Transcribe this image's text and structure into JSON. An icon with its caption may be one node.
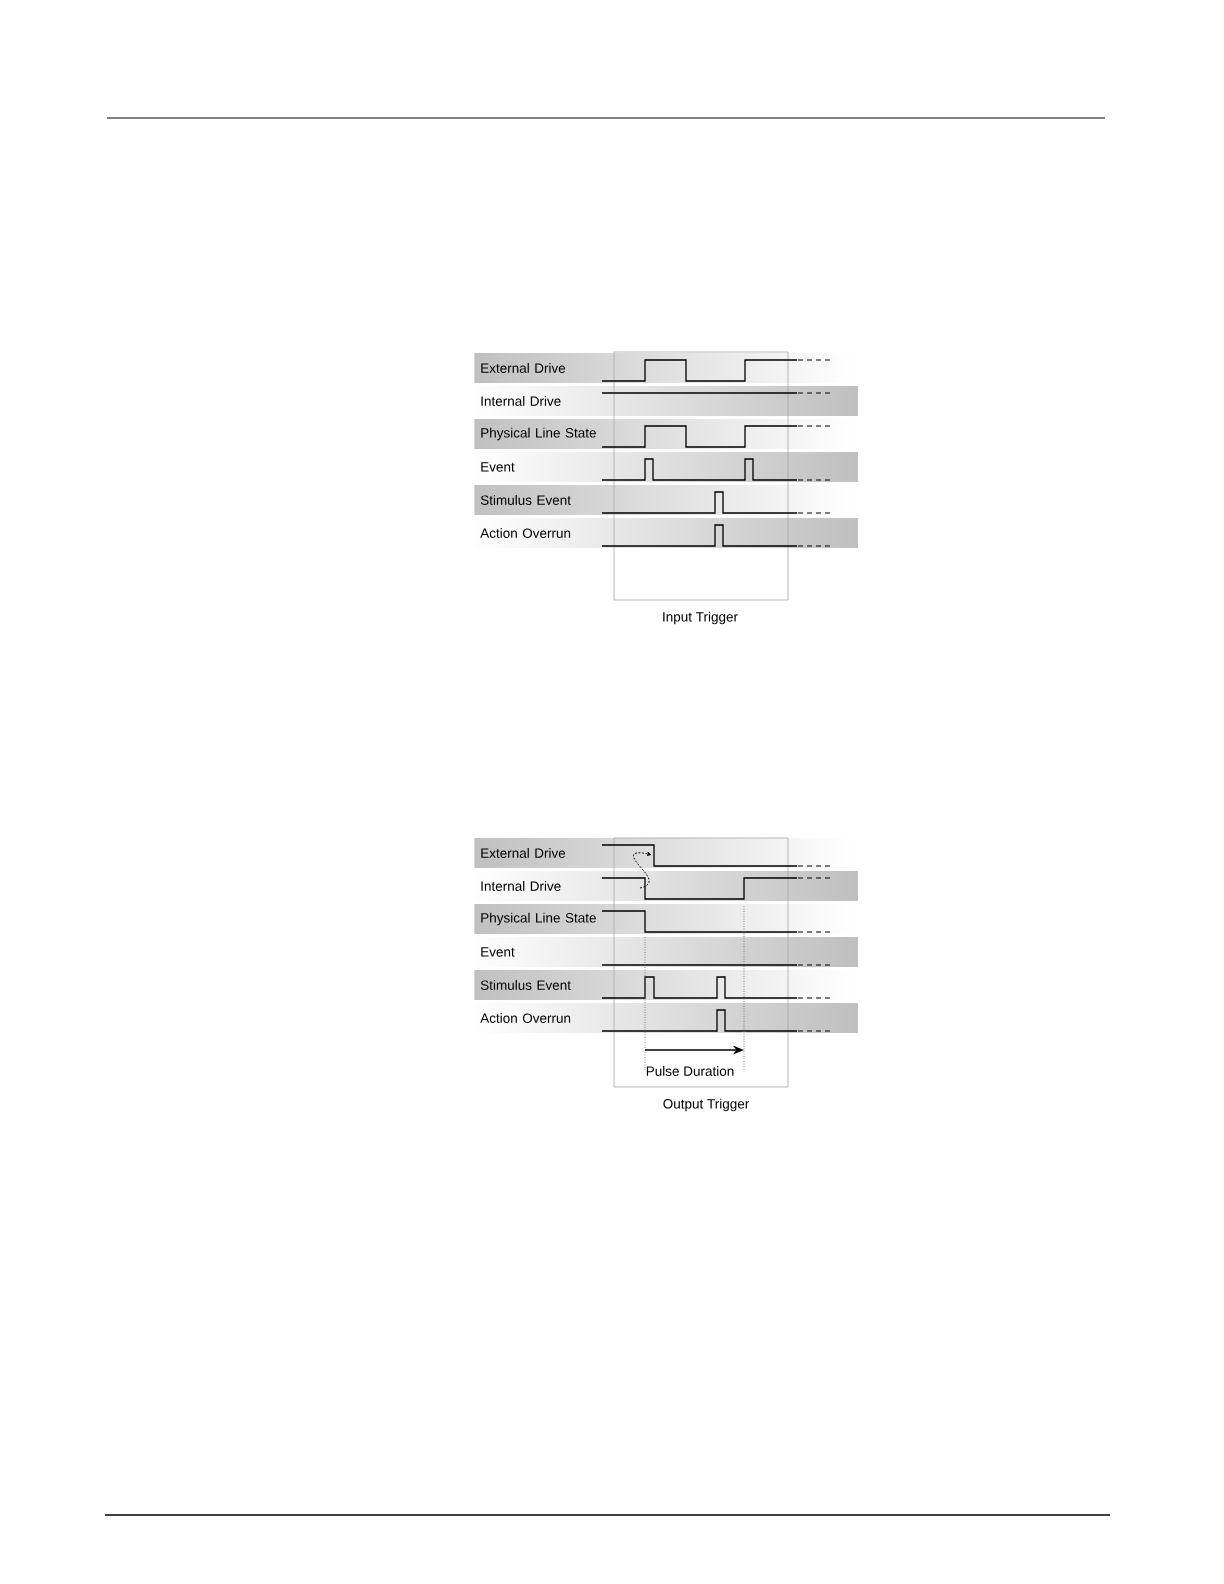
{
  "diagram": {
    "nodes": [
      {
        "text": [
          "External Drive"
        ]
      },
      {
        "text": [
          "Internal Drive"
        ]
      },
      {
        "text": [
          "Physical Line State"
        ]
      },
      {
        "text": [
          "Event"
        ]
      },
      {
        "text": [
          "Stimulus Event"
        ]
      },
      {
        "text": [
          "Action Overrun"
        ]
      },
      {
        "text": [
          "External Drive"
        ]
      },
      {
        "text": [
          "Internal Drive"
        ]
      },
      {
        "text": [
          "Physical Line State"
        ]
      },
      {
        "text": [
          "Event"
        ]
      },
      {
        "text": [
          "Stimulus Event"
        ]
      },
      {
        "text": [
          "Action Overrun"
        ]
      },
      {
        "text": [],
        "shape": "box",
        "beside": [
          "Input Trigger"
        ]
      },
      {
        "text": [],
        "shape": "box",
        "beside": [
          "Output Trigger"
        ]
      }
    ],
    "labels": [
      "Pulse Duration"
    ]
  }
}
